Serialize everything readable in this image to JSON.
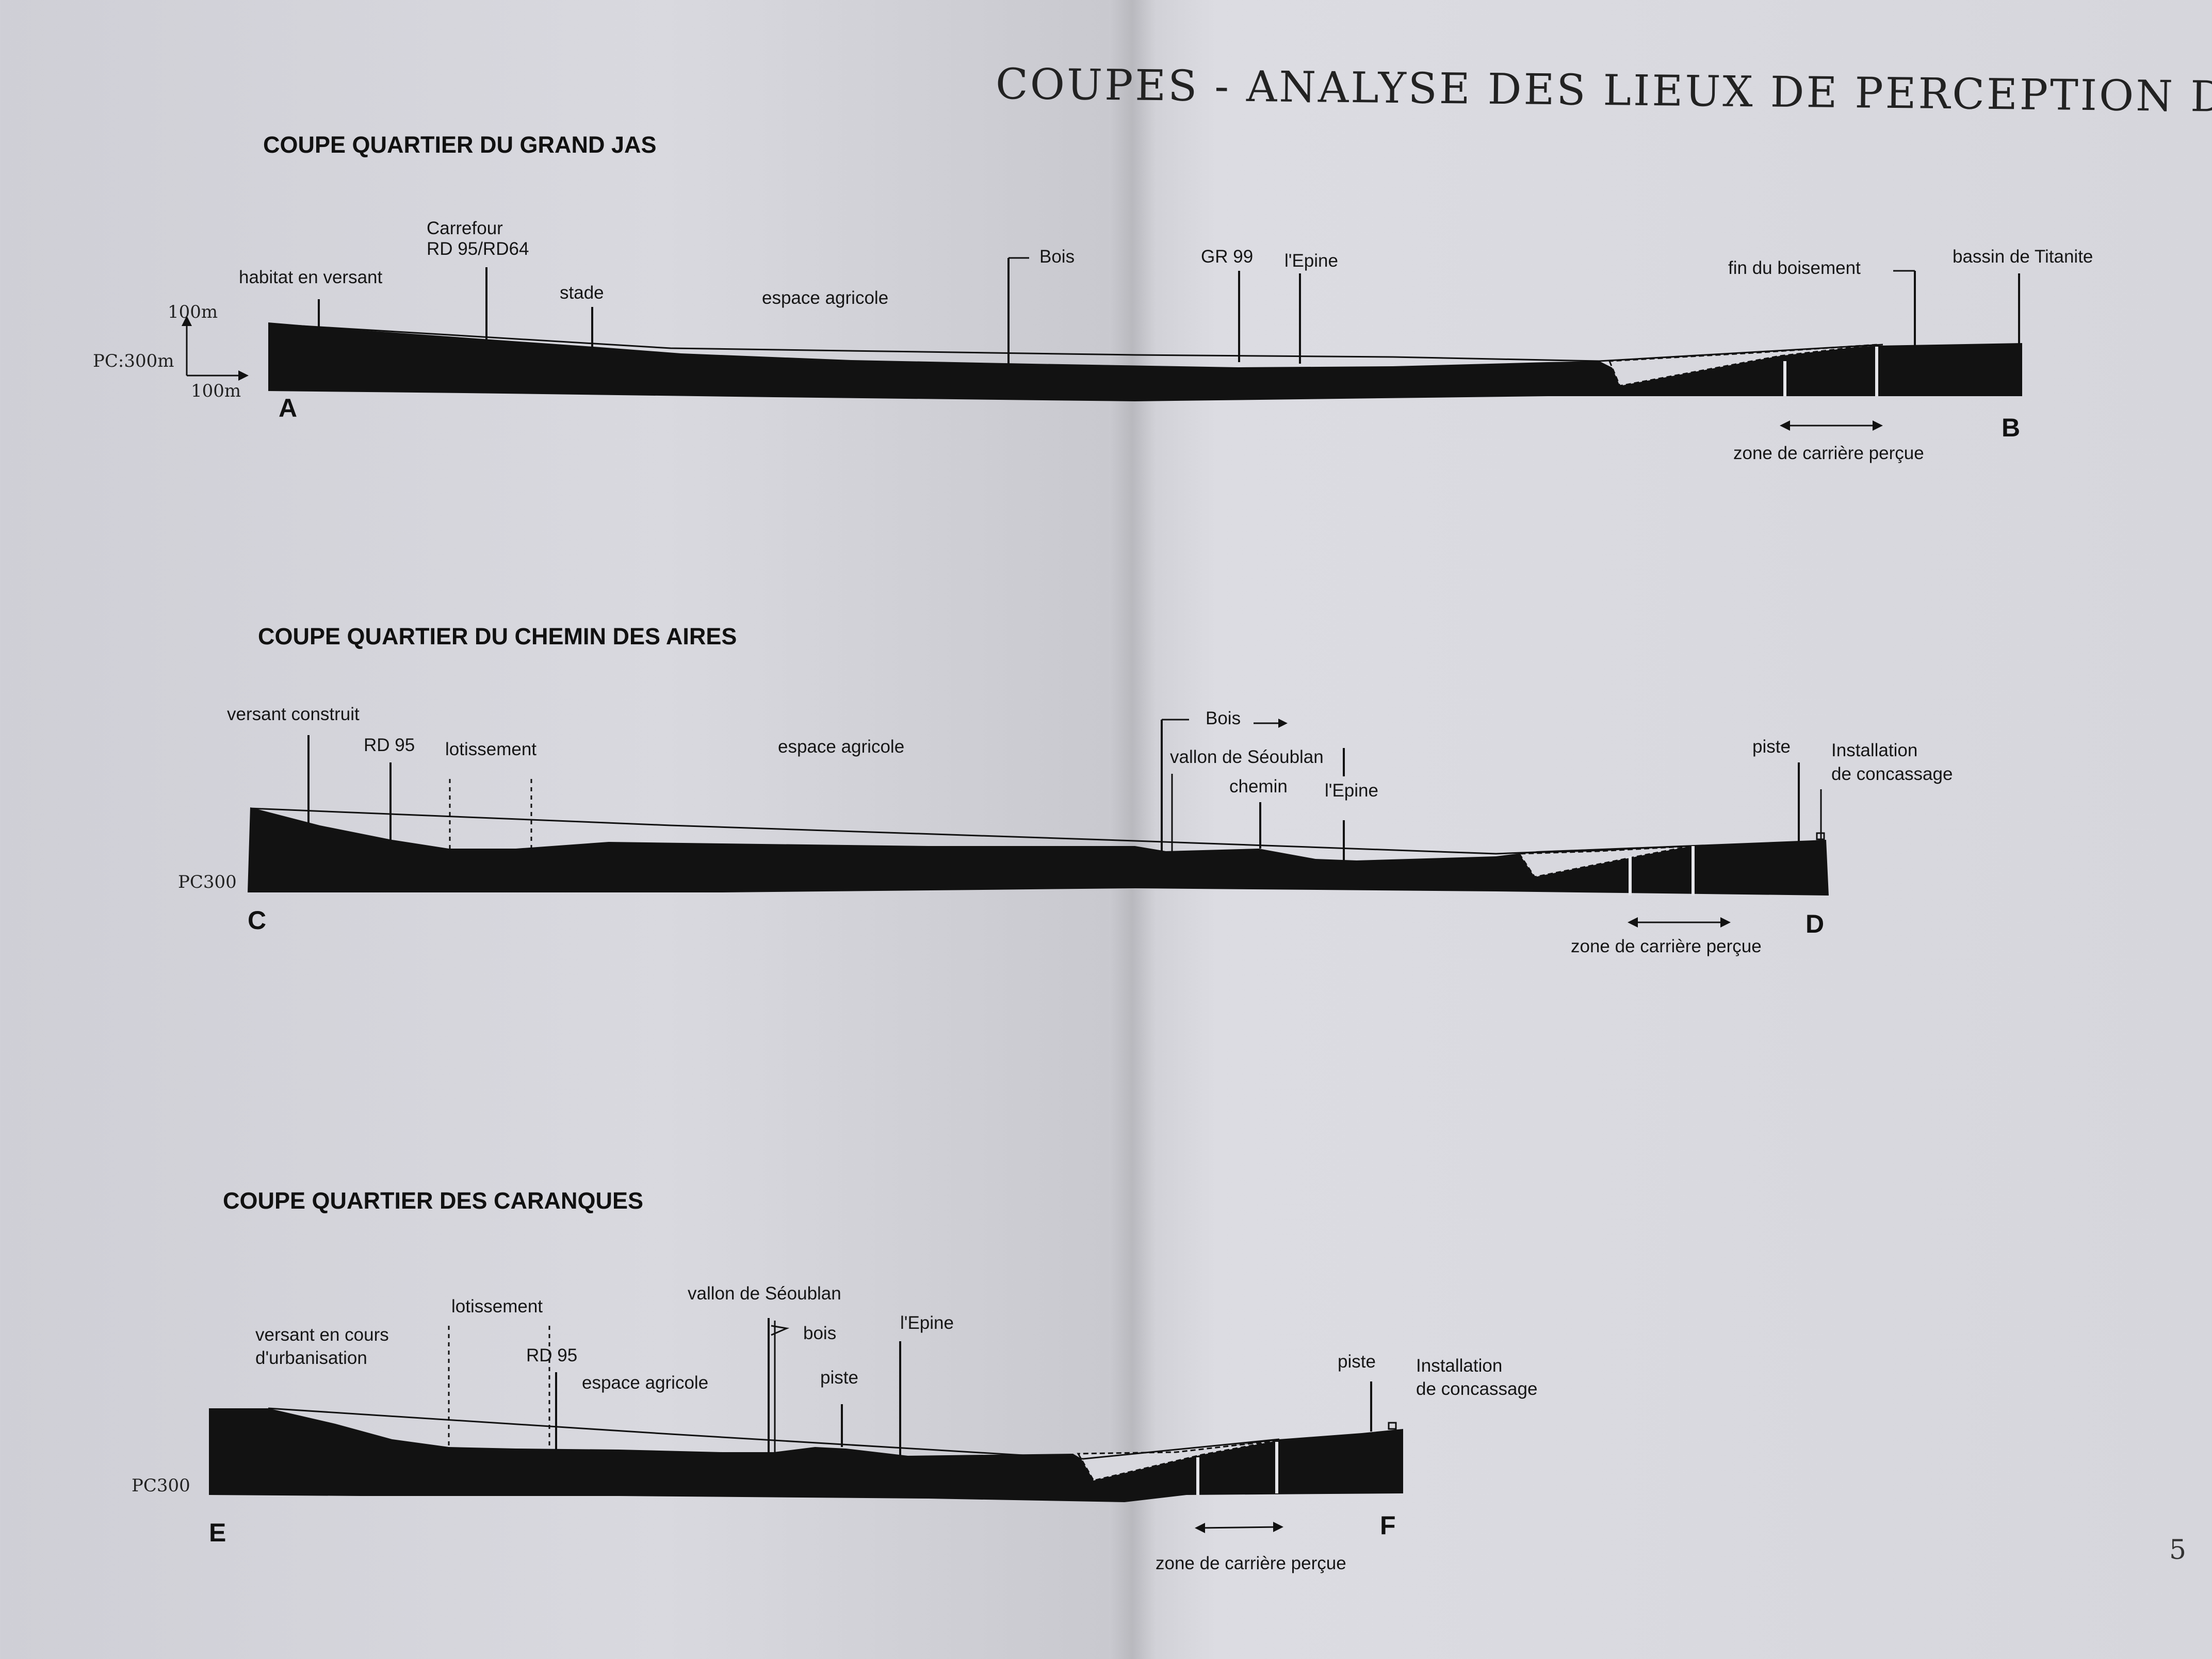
{
  "page": {
    "title": "COUPES - ANALYSE DES LIEUX DE PERCEPTION DU SITE",
    "page_number": "5"
  },
  "section1": {
    "title": "COUPE QUARTIER DU GRAND JAS",
    "start_letter": "A",
    "end_letter": "B",
    "scale_vertical": "100m",
    "scale_horizontal": "100m",
    "reference_level": "PC:300m",
    "labels": {
      "habitat": "habitat en versant",
      "carrefour_line1": "Carrefour",
      "carrefour_line2": "RD 95/RD64",
      "stade": "stade",
      "espace_agricole": "espace agricole",
      "bois": "Bois",
      "gr99": "GR 99",
      "epine": "l'Epine",
      "fin_boisement": "fin du boisement",
      "bassin": "bassin de Titanite",
      "zone": "zone de carrière perçue"
    }
  },
  "section2": {
    "title": "COUPE QUARTIER DU CHEMIN DES AIRES",
    "start_letter": "C",
    "end_letter": "D",
    "reference_level": "PC300",
    "labels": {
      "versant": "versant construit",
      "rd95": "RD 95",
      "lotissement": "lotissement",
      "espace_agricole": "espace agricole",
      "bois": "Bois",
      "vallon": "vallon de Séoublan",
      "chemin": "chemin",
      "epine": "l'Epine",
      "piste": "piste",
      "installation_line1": "Installation",
      "installation_line2": "de concassage",
      "zone": "zone de carrière perçue"
    }
  },
  "section3": {
    "title": "COUPE QUARTIER DES CARANQUES",
    "start_letter": "E",
    "end_letter": "F",
    "reference_level": "PC300",
    "labels": {
      "versant_line1": "versant en cours",
      "versant_line2": "d'urbanisation",
      "lotissement": "lotissement",
      "rd95": "RD 95",
      "espace_agricole": "espace agricole",
      "vallon": "vallon de Séoublan",
      "bois": "bois",
      "piste_mid": "piste",
      "epine": "l'Epine",
      "piste": "piste",
      "installation_line1": "Installation",
      "installation_line2": "de concassage",
      "zone": "zone de carrière perçue"
    }
  }
}
